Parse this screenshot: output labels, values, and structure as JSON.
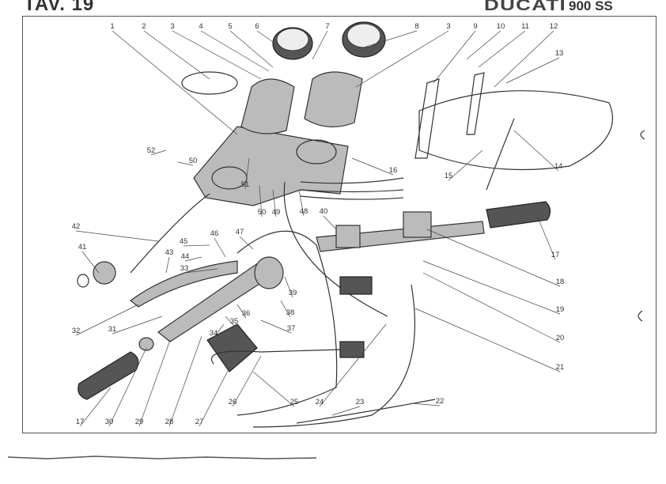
{
  "header": {
    "plate": "TAV. 19",
    "brand": "DUCATI",
    "model": "900 SS"
  },
  "labels": [
    "1",
    "2",
    "3",
    "4",
    "5",
    "6",
    "7",
    "8",
    "3",
    "9",
    "10",
    "11",
    "12",
    "13",
    "14",
    "15",
    "16",
    "17",
    "18",
    "19",
    "20",
    "21",
    "22",
    "23",
    "24",
    "25",
    "26",
    "27",
    "28",
    "29",
    "30",
    "17",
    "31",
    "32",
    "33",
    "34",
    "35",
    "36",
    "37",
    "38",
    "39",
    "40",
    "41",
    "42",
    "43",
    "44",
    "45",
    "46",
    "47",
    "48",
    "49",
    "50",
    "50",
    "51",
    "52"
  ]
}
